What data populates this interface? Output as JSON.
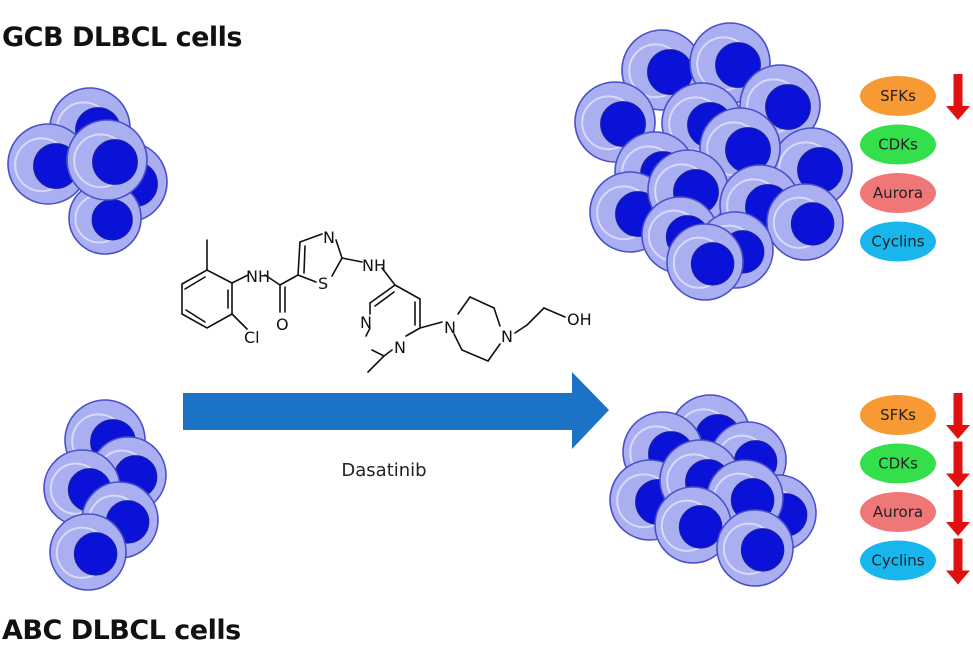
{
  "titles": {
    "gcb": "GCB DLBCL cells",
    "abc": "ABC DLBCL cells"
  },
  "drug": {
    "name": "Dasatinib",
    "atoms": {
      "nh_amide": "NH",
      "oxygen": "O",
      "chlorine": "Cl",
      "nitrogen_thiazole": "N",
      "sulfur": "S",
      "nh_link": "NH",
      "n_pyr_1": "N",
      "n_pyr_2": "N",
      "n_pip_1": "N",
      "n_pip_2": "N",
      "hydroxyl": "OH"
    }
  },
  "gcb_markers": [
    {
      "label": "SFKs",
      "color": "#f79a33",
      "arrow": true
    },
    {
      "label": "CDKs",
      "color": "#33e04b",
      "arrow": false
    },
    {
      "label": "Aurora",
      "color": "#ef7777",
      "arrow": false
    },
    {
      "label": "Cyclins",
      "color": "#19b6ee",
      "arrow": false
    }
  ],
  "abc_markers": [
    {
      "label": "SFKs",
      "color": "#f79a33",
      "arrow": true
    },
    {
      "label": "CDKs",
      "color": "#33e04b",
      "arrow": true
    },
    {
      "label": "Aurora",
      "color": "#ef7777",
      "arrow": true
    },
    {
      "label": "Cyclins",
      "color": "#19b6ee",
      "arrow": true
    }
  ],
  "colors": {
    "cell_membrane": "#a9aff0",
    "cell_outline": "#4a4fc9",
    "nucleus": "#0a12d8",
    "arrow": "#1b72c6",
    "down_arrow": "#e01010"
  },
  "icons": {
    "cell": "cell-icon",
    "treatment_arrow": "right-arrow-icon",
    "decrease": "down-arrow-icon"
  }
}
